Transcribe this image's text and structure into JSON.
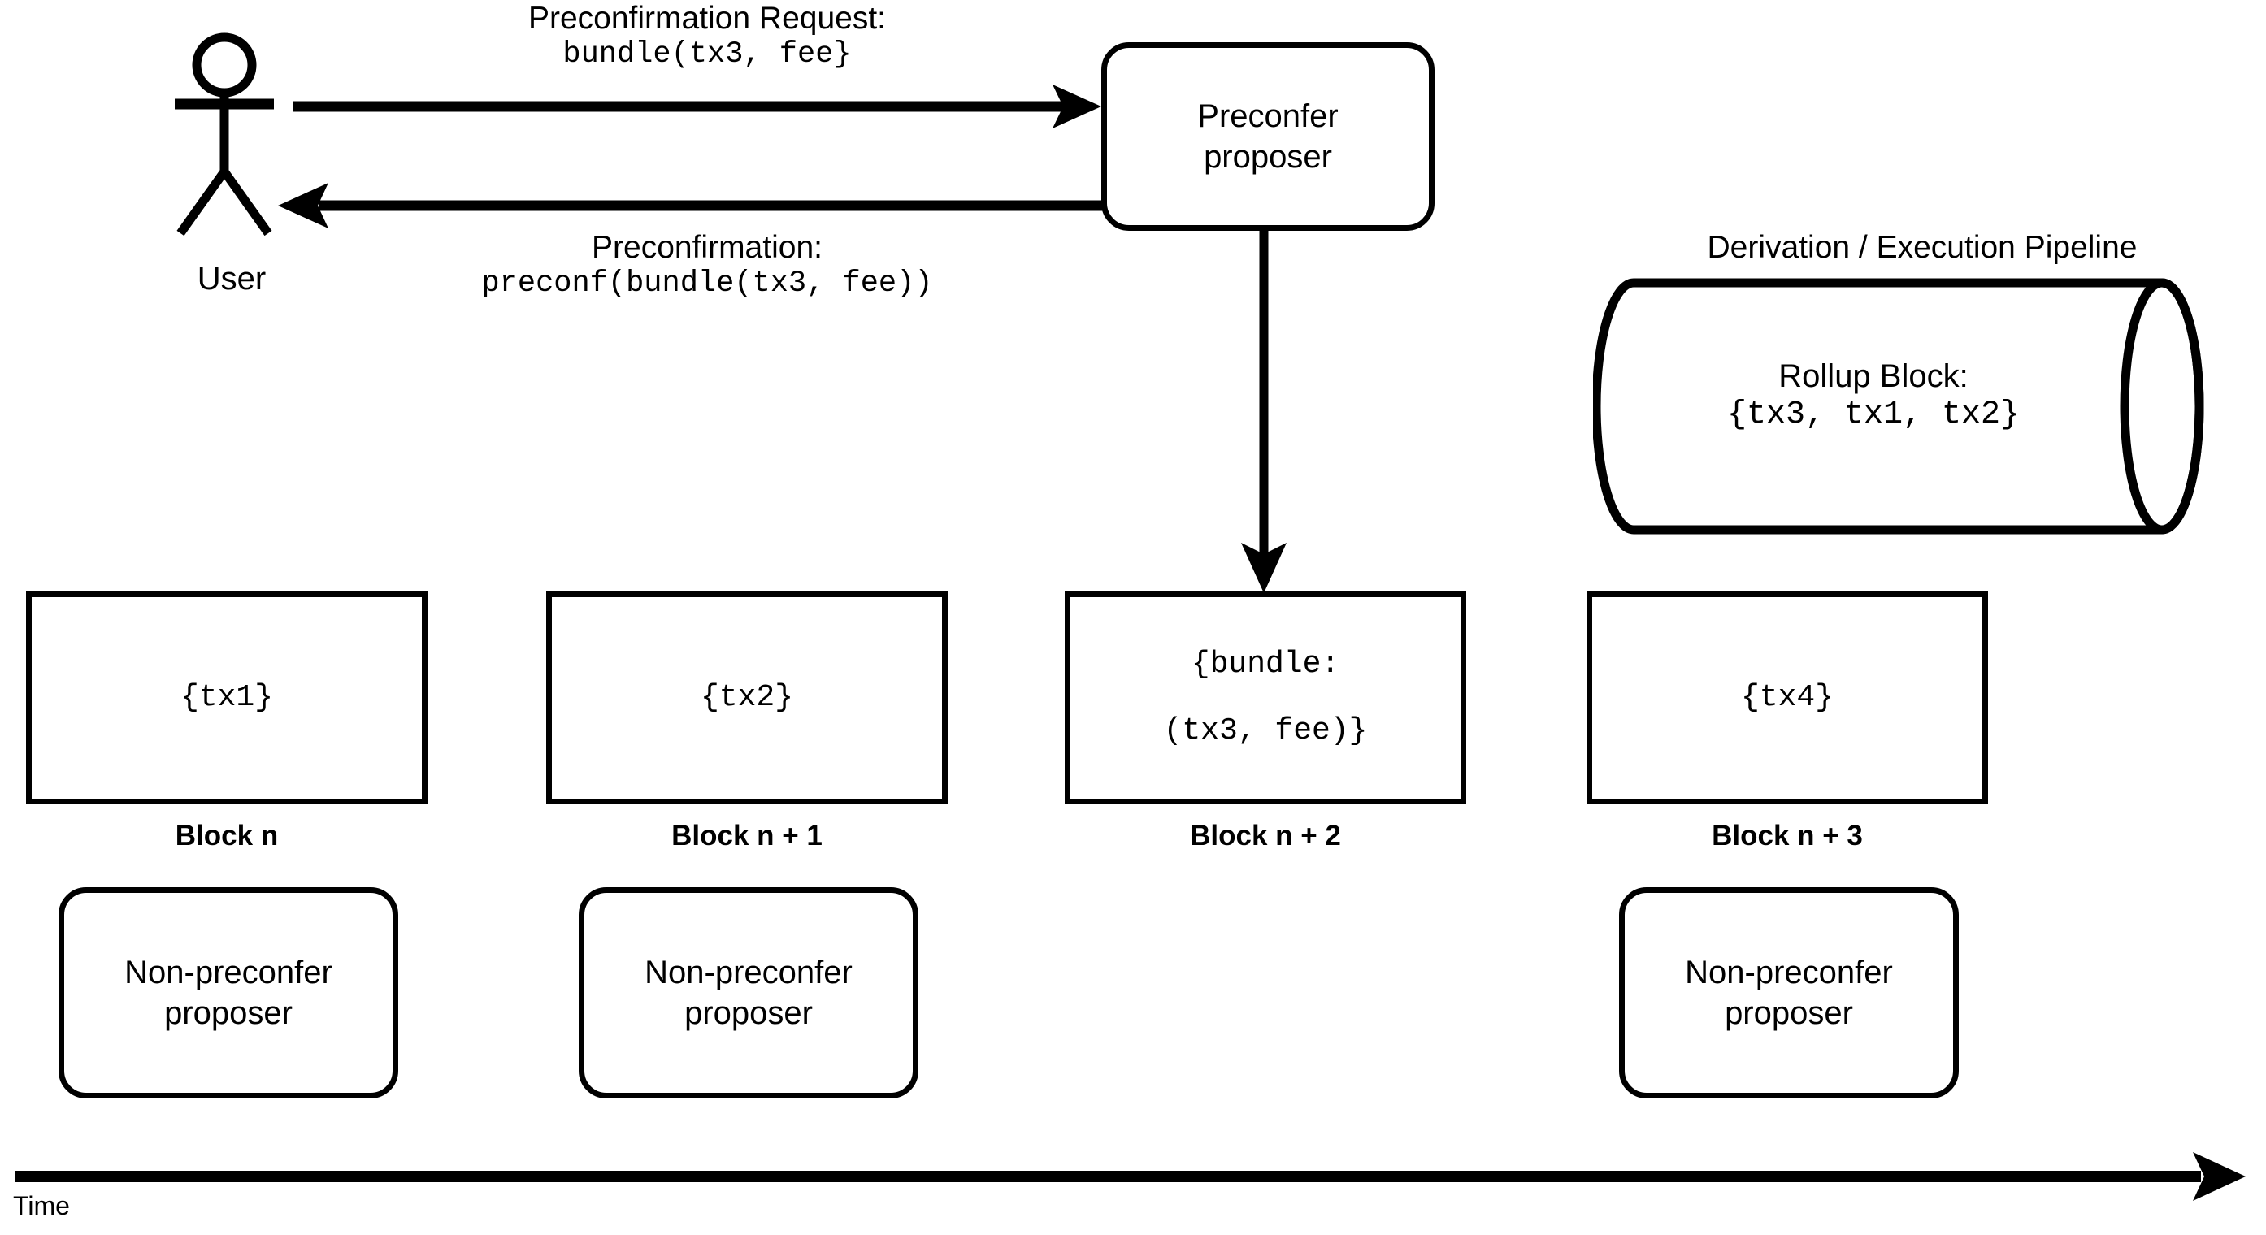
{
  "diagram": {
    "actor": {
      "label": "User",
      "icon": "stick-figure-icon"
    },
    "messages": [
      {
        "id": "request",
        "title": "Preconfirmation Request:",
        "code": "bundle(tx3, fee}",
        "direction": "user-to-preconfer"
      },
      {
        "id": "response",
        "title": "Preconfirmation:",
        "code": "preconf(bundle(tx3, fee))",
        "direction": "preconfer-to-user"
      }
    ],
    "preconfer": {
      "line1": "Preconfer",
      "line2": "proposer"
    },
    "pipeline": {
      "title": "Derivation / Execution Pipeline",
      "body_line1": "Rollup Block:",
      "body_line2": "{tx3, tx1, tx2}"
    },
    "blocks": [
      {
        "content": [
          "{tx1}"
        ],
        "caption": "Block n",
        "proposer": [
          "Non-preconfer",
          "proposer"
        ]
      },
      {
        "content": [
          "{tx2}"
        ],
        "caption": "Block n + 1",
        "proposer": [
          "Non-preconfer",
          "proposer"
        ]
      },
      {
        "content": [
          "{bundle:",
          "(tx3, fee)}"
        ],
        "caption": "Block n + 2",
        "proposer": null
      },
      {
        "content": [
          "{tx4}"
        ],
        "caption": "Block n + 3",
        "proposer": [
          "Non-preconfer",
          "proposer"
        ]
      }
    ],
    "timeline": {
      "label": "Time"
    },
    "colors": {
      "stroke": "#000000",
      "fill": "#ffffff"
    }
  }
}
